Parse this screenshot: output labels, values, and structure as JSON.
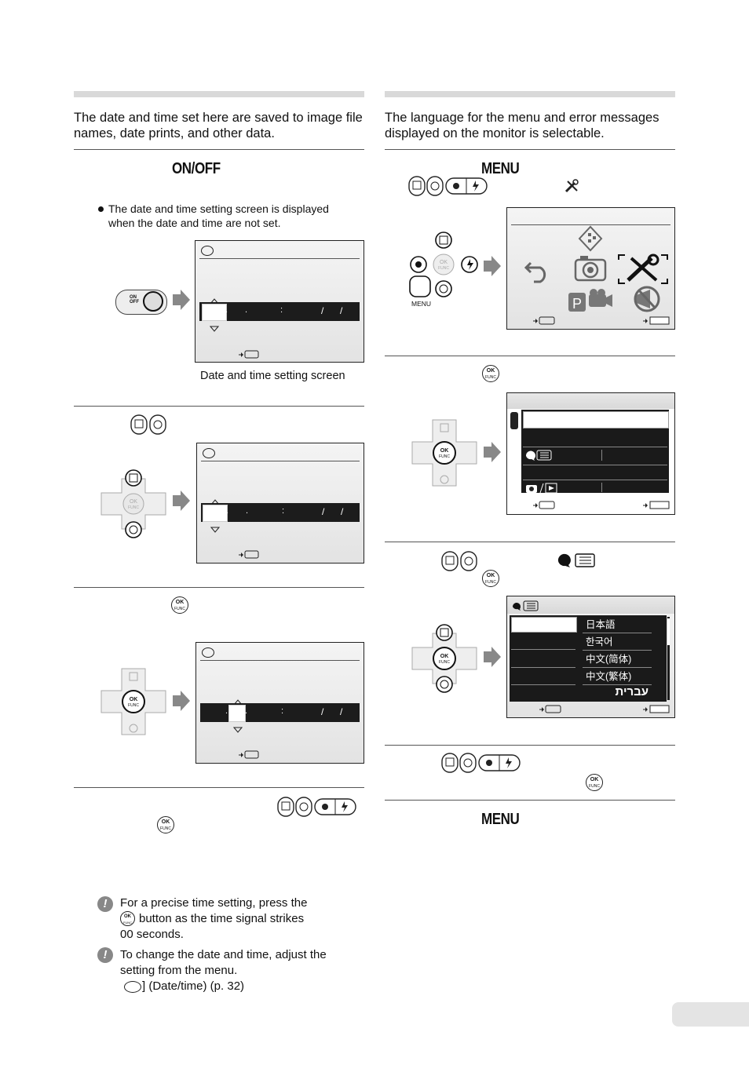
{
  "left": {
    "intro": "The date and time set here are saved to image file names, date prints, and other data.",
    "step1_key": "ON/OFF",
    "step1_note": "The date and time setting screen is displayed when the date and time are not set.",
    "screen_caption": "Date and time setting screen",
    "lcd_separators": {
      "dot": ".",
      "colon": ":",
      "slash": "/"
    },
    "switch_label": {
      "line1": "ON",
      "line2": "OFF"
    },
    "ok_label": "OK",
    "func_label": "FUNC",
    "tips": [
      {
        "line1": "For a precise time setting, press the",
        "line2": "button as the time signal strikes",
        "line3": "00 seconds."
      },
      {
        "line1": "To change the date and time, adjust the",
        "line2": "setting from the menu.",
        "line3": "] (Date/time) (p. 32)"
      }
    ]
  },
  "right": {
    "intro": "The language for the menu and error messages displayed on the monitor is selectable.",
    "step1_key": "MENU",
    "menu_button_label": "MENU",
    "languages": [
      "日本語",
      "한국어",
      "中文(简体)",
      "中文(繁体)",
      "עברית"
    ],
    "step_last_key": "MENU"
  }
}
